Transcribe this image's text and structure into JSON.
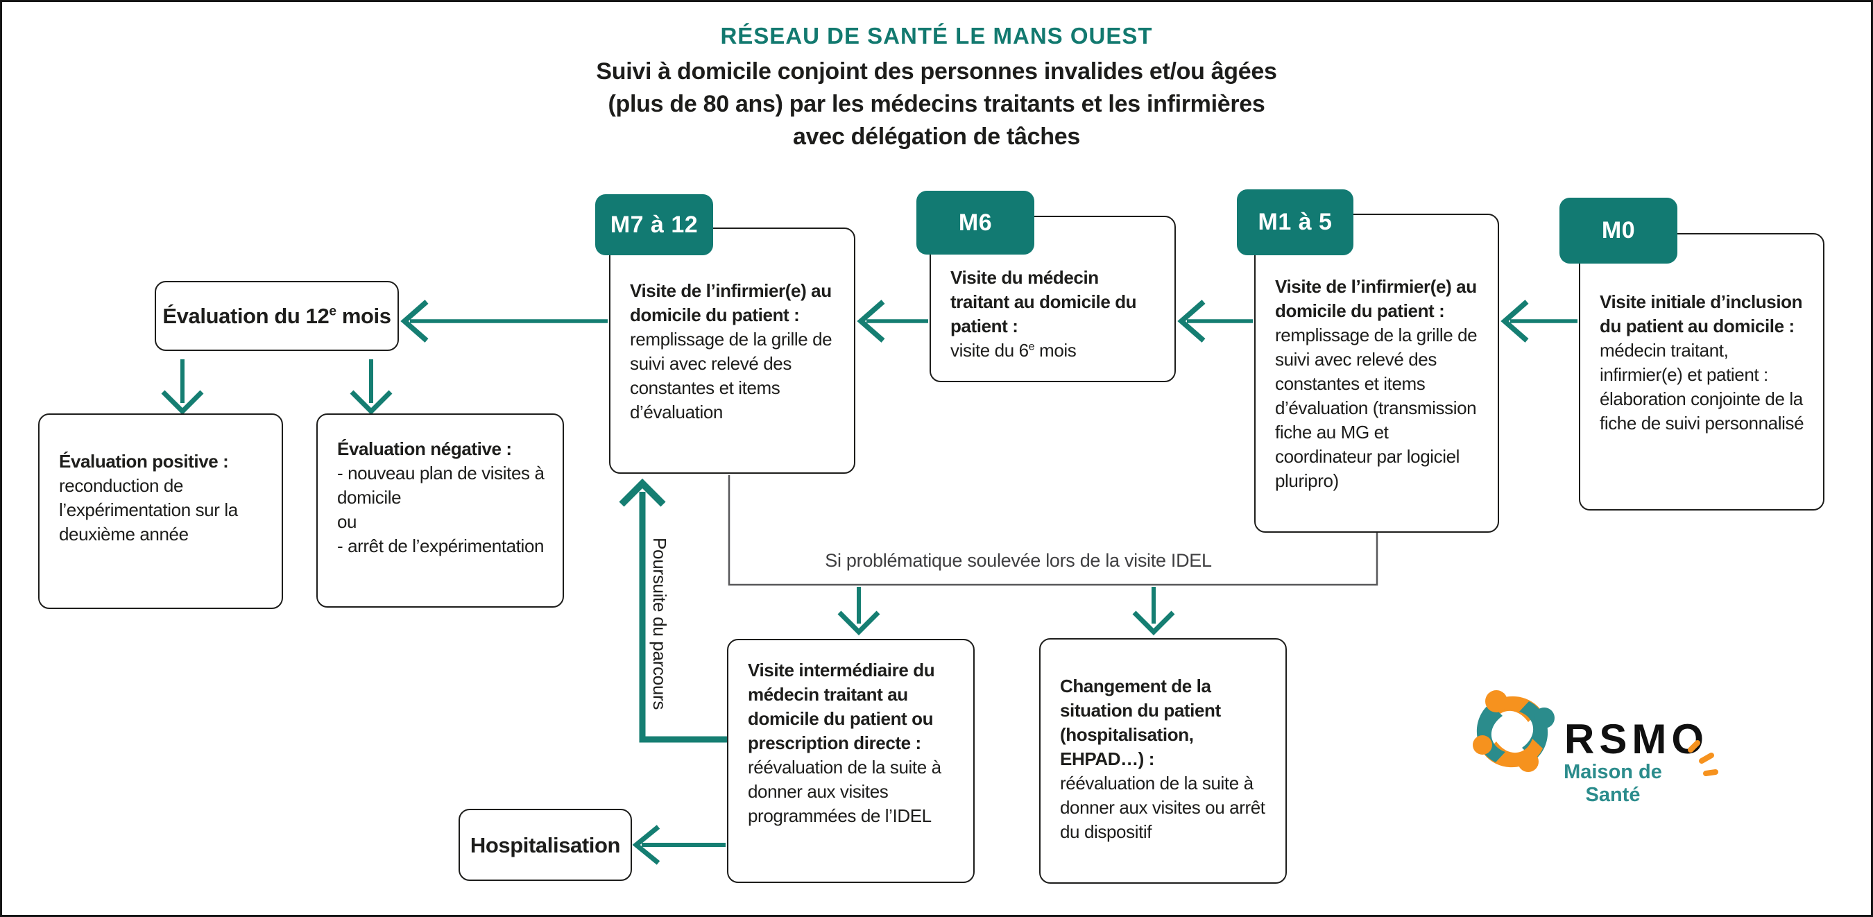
{
  "title": {
    "network": "RÉSEAU DE SANTÉ LE MANS OUEST",
    "line1": "Suivi à domicile conjoint des personnes invalides et/ou âgées",
    "line2": "(plus de 80 ans) par les médecins traitants et les infirmières",
    "line3": "avec délégation de tâches"
  },
  "badges": {
    "m0": "M0",
    "m1a5": "M1 à 5",
    "m6": "M6",
    "m7a12": "M7 à 12"
  },
  "boxes": {
    "m0": {
      "title": "Visite initiale d’inclusion du patient au domicile :",
      "body": "médecin traitant, infirmier(e) et patient : élaboration conjointe de la fiche de suivi personnalisé"
    },
    "m1a5": {
      "title": "Visite de l’infirmier(e) au domicile du patient :",
      "body": "remplissage de la grille de suivi avec relevé des constantes et items d’évaluation (transmission fiche au MG et coordinateur par logiciel pluripro)"
    },
    "m6": {
      "title": "Visite du médecin traitant au domicile du patient :",
      "body_prefix": "visite du 6",
      "body_sup": "e",
      "body_suffix": " mois"
    },
    "m7a12": {
      "title": "Visite de l’infirmier(e) au domicile du patient :",
      "body": "remplissage de la grille de suivi avec relevé des constantes et items d’évaluation"
    },
    "eval12": {
      "prefix": "Évaluation du 12",
      "sup": "e",
      "suffix": " mois"
    },
    "eval_positive": {
      "title": "Évaluation positive :",
      "body": "reconduction de l’expérimentation sur la deuxième année"
    },
    "eval_negative": {
      "title": "Évaluation négative :",
      "line1": "- nouveau plan de visites à domicile",
      "line2": "ou",
      "line3": "- arrêt de l’expérimentation"
    },
    "visite_intermediaire": {
      "title": "Visite intermédiaire du médecin traitant au domicile du patient ou prescription directe :",
      "body": "réévaluation de la suite à donner aux visites programmées de l’IDEL"
    },
    "changement": {
      "title": "Changement de la situation du patient (hospitalisation, EHPAD…) :",
      "body": "réévaluation de la suite à donner aux visites ou arrêt du dispositif"
    },
    "hospitalisation": {
      "label": "Hospitalisation"
    }
  },
  "labels": {
    "si_problematique": "Si problématique soulevée lors de la visite IDEL",
    "poursuite": "Poursuite du parcours"
  },
  "logo": {
    "brand": "RSMO",
    "tagline": "Maison de Santé"
  },
  "colors": {
    "teal": "#127A72",
    "arrow_teal": "#157E72",
    "orange": "#F6921E",
    "text": "#1D1D1B",
    "connector_gray": "#58585A"
  }
}
